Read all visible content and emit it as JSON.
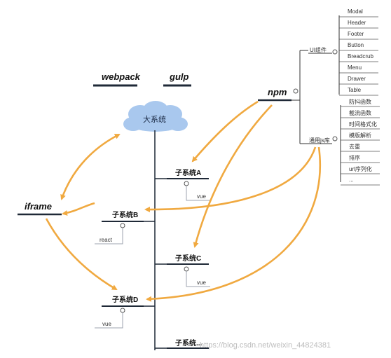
{
  "tools": {
    "webpack": "webpack",
    "gulp": "gulp"
  },
  "main_system": "大系统",
  "iframe": "iframe",
  "npm": "npm",
  "subsystems": [
    {
      "name": "子系统A",
      "tech": "vue"
    },
    {
      "name": "子系统B",
      "tech": "react"
    },
    {
      "name": "子系统C",
      "tech": "vue"
    },
    {
      "name": "子系统D",
      "tech": "vue"
    },
    {
      "name": "子系统..."
    }
  ],
  "ui_group": {
    "label": "UI组件",
    "items": [
      "Modal",
      "Header",
      "Footer",
      "Button",
      "Breadcrub",
      "Menu",
      "Drawer",
      "Table"
    ]
  },
  "js_group": {
    "label": "通用js库",
    "items": [
      "防抖函数",
      "截流函数",
      "时间格式化",
      "模版解析",
      "去重",
      "排序",
      "url序列化",
      "..."
    ]
  },
  "watermark": "https://blog.csdn.net/weixin_44824381",
  "colors": {
    "arrow": "#f0a940",
    "line": "#1f2937",
    "cloud": "#a9c8ee",
    "leaf_line": "#9ca3af"
  }
}
